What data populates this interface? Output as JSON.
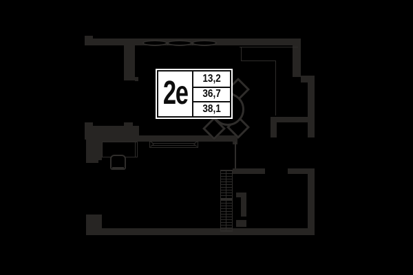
{
  "plan": {
    "label": {
      "type": "2е",
      "area_room": "13,2",
      "area_living": "36,7",
      "area_total": "38,1"
    }
  },
  "colors": {
    "bg": "#000000",
    "wall": "#272523",
    "line": "#2f2d2b",
    "ink": "#0d0d0d",
    "paper": "#ffffff"
  }
}
